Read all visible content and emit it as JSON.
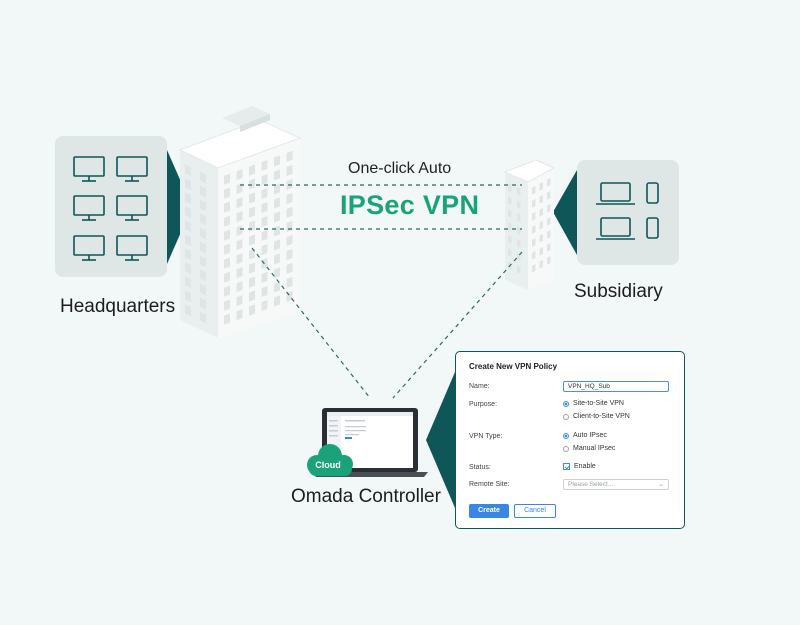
{
  "labels": {
    "headquarters": "Headquarters",
    "subsidiary": "Subsidiary",
    "controller": "Omada Controller",
    "vpn_top": "One-click Auto",
    "vpn_main": "IPSec VPN",
    "cloud": "Cloud"
  },
  "dialog": {
    "title": "Create New VPN Policy",
    "name_label": "Name:",
    "name_value": "VPN_HQ_Sub",
    "purpose_label": "Purpose:",
    "purpose_options": [
      "Site-to-Site VPN",
      "Client-to-Site VPN"
    ],
    "purpose_selected": "Site-to-Site VPN",
    "vpn_type_label": "VPN Type:",
    "vpn_type_options": [
      "Auto IPsec",
      "Manual IPsec"
    ],
    "vpn_type_selected": "Auto IPsec",
    "status_label": "Status:",
    "status_value": "Enable",
    "remote_site_label": "Remote Site:",
    "remote_site_placeholder": "Please Select...",
    "create_button": "Create",
    "cancel_button": "Cancel"
  },
  "colors": {
    "teal_dark": "#0f5658",
    "green": "#1aa37a",
    "blue": "#3b86e0",
    "panel_bg": "#dfe6e6",
    "background": "#f2f7f7"
  },
  "icons": {
    "hq_devices": "desktop-monitor-icon",
    "sub_devices_large": "laptop-icon",
    "sub_devices_small": "smartphone-icon",
    "controller": "laptop-icon",
    "cloud": "cloud-icon"
  }
}
